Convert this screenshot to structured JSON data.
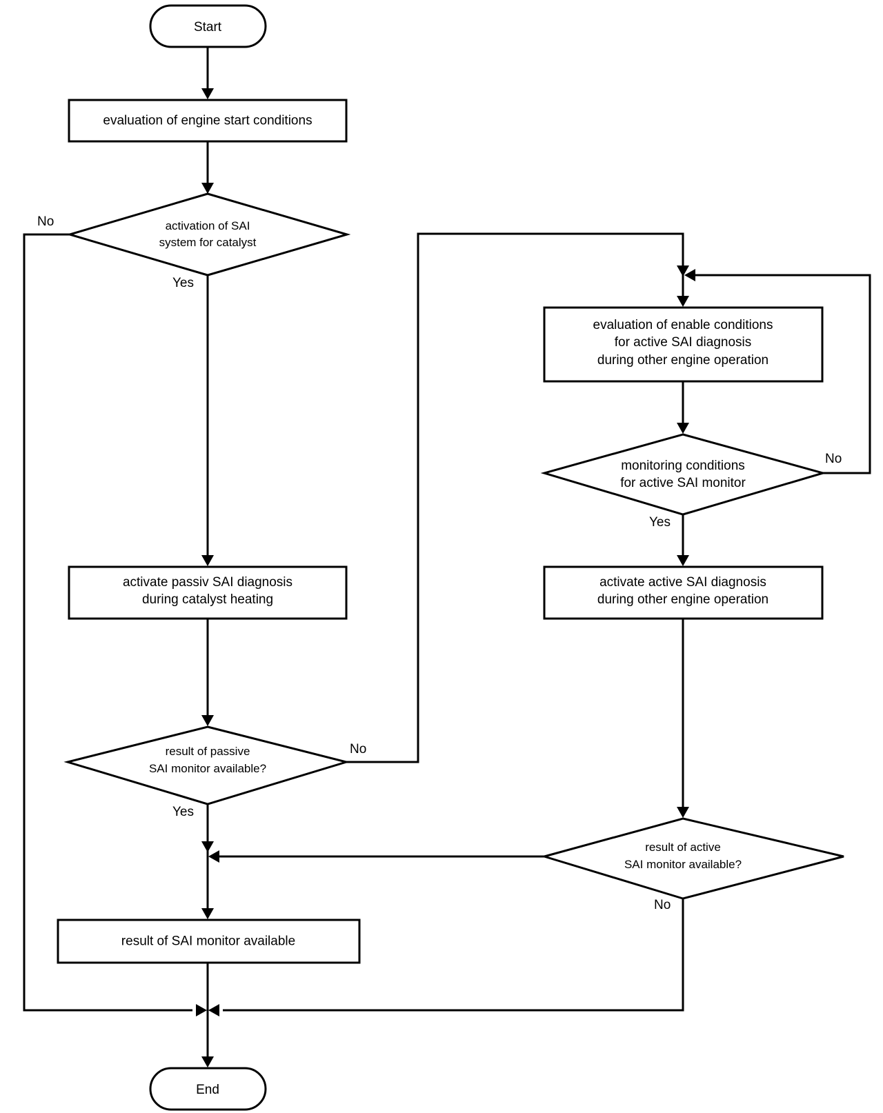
{
  "diagram": {
    "nodes": {
      "start": {
        "lines": [
          "Start"
        ]
      },
      "eval_start": {
        "lines": [
          "evaluation of engine start conditions"
        ]
      },
      "dec_sai_activation": {
        "lines": [
          "activation of SAI",
          "system for catalyst"
        ]
      },
      "passive_diag": {
        "lines": [
          "activate passiv SAI diagnosis",
          "during catalyst heating"
        ]
      },
      "dec_passive_result": {
        "lines": [
          "result of passive",
          "SAI monitor available?"
        ]
      },
      "eval_enable": {
        "lines": [
          "evaluation of enable conditions",
          "for active SAI diagnosis",
          "during other engine operation"
        ]
      },
      "dec_monitoring": {
        "lines": [
          "monitoring conditions",
          "for active SAI monitor"
        ]
      },
      "active_diag": {
        "lines": [
          "activate active SAI diagnosis",
          "during other engine operation"
        ]
      },
      "dec_active_result": {
        "lines": [
          "result of active",
          "SAI monitor available?"
        ]
      },
      "result_available": {
        "lines": [
          "result of SAI monitor available"
        ]
      },
      "end": {
        "lines": [
          "End"
        ]
      }
    },
    "labels": {
      "no_sai_activation": "No",
      "yes_sai_activation": "Yes",
      "no_passive_result": "No",
      "yes_passive_result": "Yes",
      "no_monitoring": "No",
      "yes_monitoring": "Yes",
      "no_active_result": "No"
    }
  }
}
